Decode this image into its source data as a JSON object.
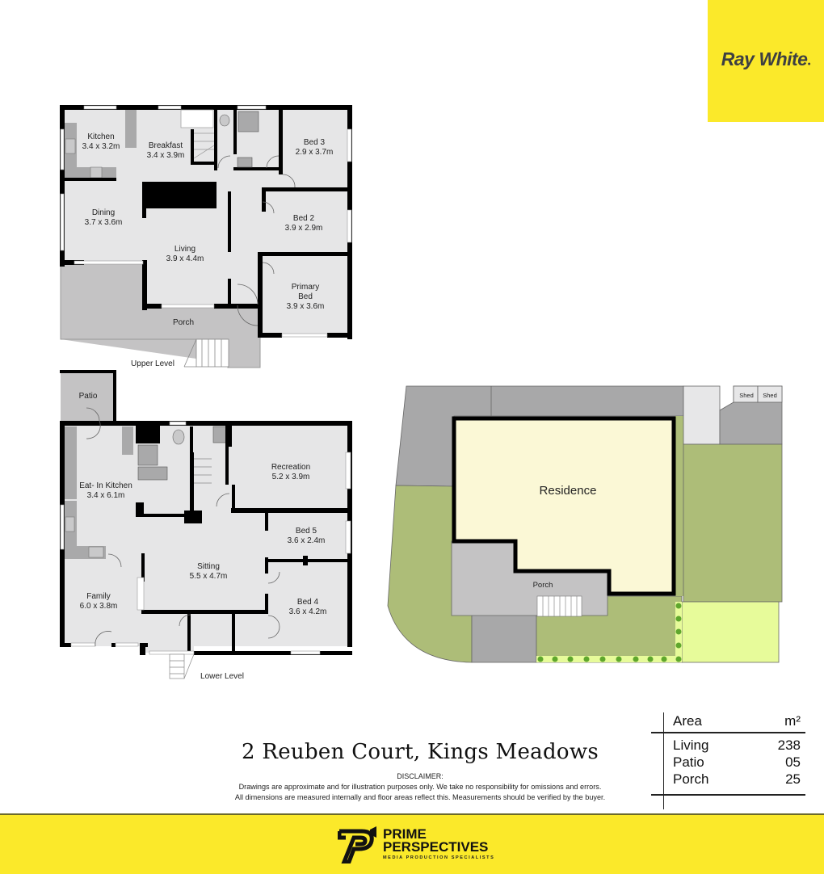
{
  "brand": {
    "agency": "Ray White",
    "agency_color": "#fbe92a",
    "producer_name_line1": "PRIME",
    "producer_name_line2": "PERSPECTIVES",
    "producer_tagline": "MEDIA PRODUCTION SPECIALISTS"
  },
  "property": {
    "address": "2 Reuben Court, Kings Meadows"
  },
  "disclaimer": {
    "heading": "DISCLAIMER:",
    "line1": "Drawings are approximate and for illustration purposes only. We take no responsibility for omissions and errors.",
    "line2": "All dimensions are measured internally and floor areas reflect this. Measurements should be verified by the buyer."
  },
  "area_table": {
    "header_label": "Area",
    "header_unit": "m²",
    "rows": [
      {
        "label": "Living",
        "value": "238"
      },
      {
        "label": "Patio",
        "value": "05"
      },
      {
        "label": "Porch",
        "value": "25"
      }
    ]
  },
  "upper_level": {
    "label": "Upper Level",
    "rooms": {
      "kitchen": {
        "name": "Kitchen",
        "size": "3.4 x 3.2m"
      },
      "breakfast": {
        "name": "Breakfast",
        "size": "3.4 x 3.9m"
      },
      "bed3": {
        "name": "Bed 3",
        "size": "2.9 x 3.7m"
      },
      "dining": {
        "name": "Dining",
        "size": "3.7 x 3.6m"
      },
      "bed2": {
        "name": "Bed 2",
        "size": "3.9 x 2.9m"
      },
      "living": {
        "name": "Living",
        "size": "3.9 x 4.4m"
      },
      "primary_line1": "Primary",
      "primary_line2": "Bed",
      "primary_size": "3.9 x 3.6m",
      "porch": {
        "name": "Porch"
      }
    }
  },
  "lower_level": {
    "label": "Lower Level",
    "rooms": {
      "patio": {
        "name": "Patio"
      },
      "kitchen": {
        "name": "Eat- In Kitchen",
        "size": "3.4 x 6.1m"
      },
      "recreation": {
        "name": "Recreation",
        "size": "5.2 x 3.9m"
      },
      "bed5": {
        "name": "Bed 5",
        "size": "3.6 x 2.4m"
      },
      "sitting": {
        "name": "Sitting",
        "size": "5.5 x 4.7m"
      },
      "family": {
        "name": "Family",
        "size": "6.0 x 3.8m"
      },
      "bed4": {
        "name": "Bed 4",
        "size": "3.6 x 4.2m"
      }
    }
  },
  "site_plan": {
    "residence": "Residence",
    "porch": "Porch",
    "shed1": "Shed",
    "shed2": "Shed",
    "colors": {
      "residence": "#fbf8d6",
      "lawn": "#adbd78",
      "paving": "#a8a8a9",
      "light_lawn": "#e7fb9a",
      "hedge": "#5fa72d"
    }
  }
}
